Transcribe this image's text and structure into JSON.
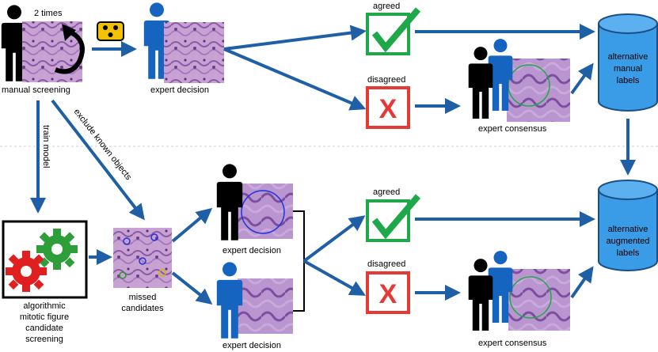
{
  "labels": {
    "times": "2 times",
    "manual_screening": "manual screening",
    "expert_decision_top": "expert decision",
    "agreed_top": "agreed",
    "disagreed_top": "disagreed",
    "expert_consensus_top": "expert consensus",
    "db_top_1": "alternative",
    "db_top_2": "manual",
    "db_top_3": "labels",
    "train_model": "train model",
    "exclude_known": "exclude known objects",
    "algo_1": "algorithmic",
    "algo_2": "mitotic figure",
    "algo_3": "candidate",
    "algo_4": "screening",
    "missed_1": "missed",
    "missed_2": "candidates",
    "expert_decision_mid": "expert decision",
    "expert_decision_bottom": "expert decision",
    "agreed_bottom": "agreed",
    "disagreed_bottom": "disagreed",
    "expert_consensus_bottom": "expert consensus",
    "db_bot_1": "alternative",
    "db_bot_2": "augmented",
    "db_bot_3": "labels"
  },
  "colors": {
    "arrow": "#1f5fa6",
    "expert_blue": "#1565c0",
    "person_black": "#000000",
    "agree_green": "#1fa84a",
    "disagree_red": "#e53935",
    "database": "#3a9be6",
    "gear_red": "#e02020",
    "gear_green": "#2e9e3a",
    "tissue": "#b98fc6",
    "blind_icon": "#f2c200"
  }
}
